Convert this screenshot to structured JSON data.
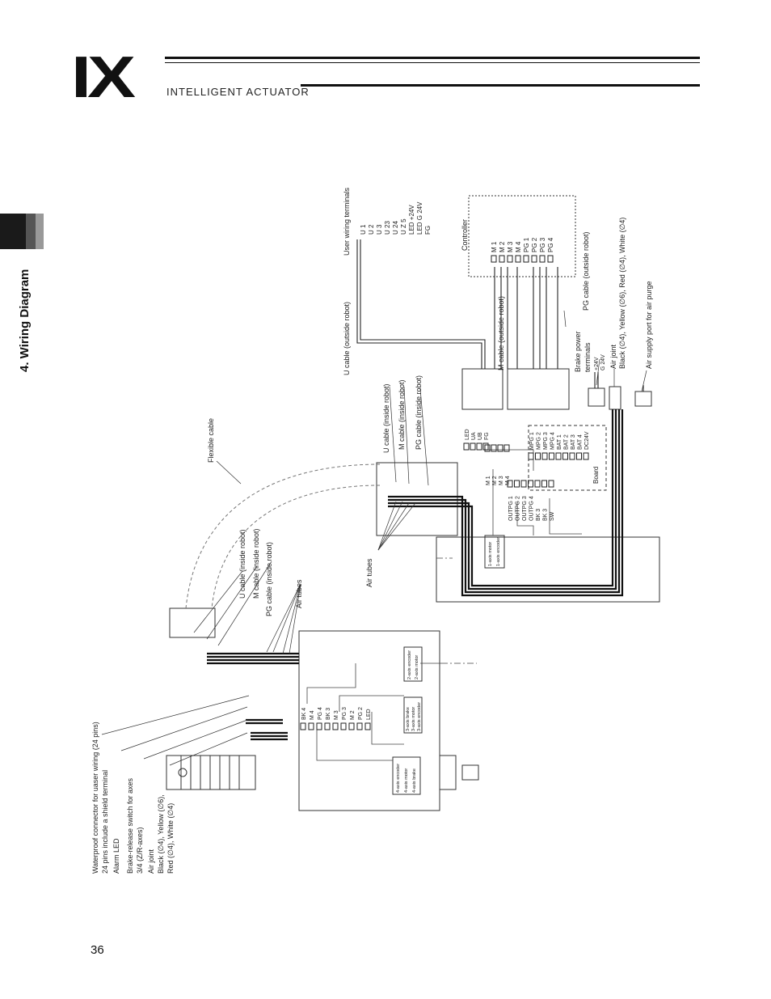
{
  "header": {
    "logo_mark": "IX",
    "logo_text": "INTELLIGENT ACTUATOR"
  },
  "section": {
    "title": "4. Wiring Diagram"
  },
  "page": {
    "number": "36"
  },
  "diagram": {
    "left_labels": {
      "waterproof_connector": "Waterproof connector for uaser wiring (24 pins)",
      "pins_note": "24 pins include a shield terminal",
      "alarm_led": "Alarm LED",
      "brake_switch": "Brake-release switch for axes",
      "brake_axes": "3/4 (Z/R-axes)",
      "air_joint": "Air joint",
      "air_joint_colors1": "Black (∅4), Yellow (∅6),",
      "air_joint_colors2": "Red (∅4), White (∅4)"
    },
    "arm_labels": {
      "u_cable_inside": "U cable (inside robot)",
      "m_cable_inside": "M cable (inside robot)",
      "pg_cable_inside": "PG cable (inside robot)",
      "air_tubes": "Air tubes",
      "flexible_cable": "Flexible cable"
    },
    "base_labels": {
      "u_cable_inside": "U cable (inside robot)",
      "m_cable_inside": "M cable (inside robot)",
      "pg_cable_inside": "PG cable (inside robot)",
      "air_tubes": "Air tubes",
      "board": "Board"
    },
    "outside_labels": {
      "u_cable_outside": "U cable (outside robot)",
      "m_cable_outside": "M cable (outside robot)",
      "pg_cable_outside": "PG cable (outside robot)",
      "brake_power1": "Brake power",
      "brake_power2": "terminals",
      "air_joint": "Air joint",
      "air_joint_colors": "Black (∅4), Yellow (∅6), Red (∅4), White (∅4)",
      "air_purge": "Air supply port for air purge",
      "user_wiring": "User wiring terminals",
      "controller": "Controller"
    },
    "terminals": {
      "user": [
        "U 1",
        "U 2",
        "U 3",
        "U 23",
        "U 24",
        "U Z 5",
        "LED +24V",
        "LED G 24V",
        "FG"
      ],
      "controller": [
        "M 1",
        "M 2",
        "M 3",
        "M 4",
        "PG 1",
        "PG 2",
        "PG 3",
        "PG 4"
      ],
      "board_top": [
        "MPG 1",
        "MPG 2",
        "MPG 3",
        "MPG 4",
        "BAT 1",
        "BAT 2",
        "BAT 3",
        "BAT 4",
        "DC24V"
      ],
      "board_bottom": [
        "OUTPG 1",
        "OUTPG 2",
        "OUTPG 3",
        "OUTPG 4",
        "BK 3",
        "BK 3",
        "SW"
      ],
      "base_m": [
        "M 1",
        "M 2",
        "M 3",
        "M 4"
      ],
      "base_led": [
        "LED",
        "UA",
        "UB",
        "FG"
      ],
      "brake_power": [
        "+24V",
        "G 24V"
      ],
      "arm": [
        "BK 4",
        "M 4",
        "PG 4",
        "BK 3",
        "M 3",
        "PG 3",
        "M 2",
        "PG 2",
        "LED"
      ]
    },
    "motor_labels": {
      "axis1_motor": "1-axis motor",
      "axis1_encoder": "1-axis encoder",
      "axis2_encoder": "2-axis encoder",
      "axis2_motor": "2-axis motor",
      "axis3_brake": "3-axis brake",
      "axis3_motor": "3-axis motor",
      "axis3_encoder": "3-axis encoder",
      "axis4_encoder": "4-axis encoder",
      "axis4_motor": "4-axis motor",
      "axis4_brake": "4-axis brake"
    }
  }
}
